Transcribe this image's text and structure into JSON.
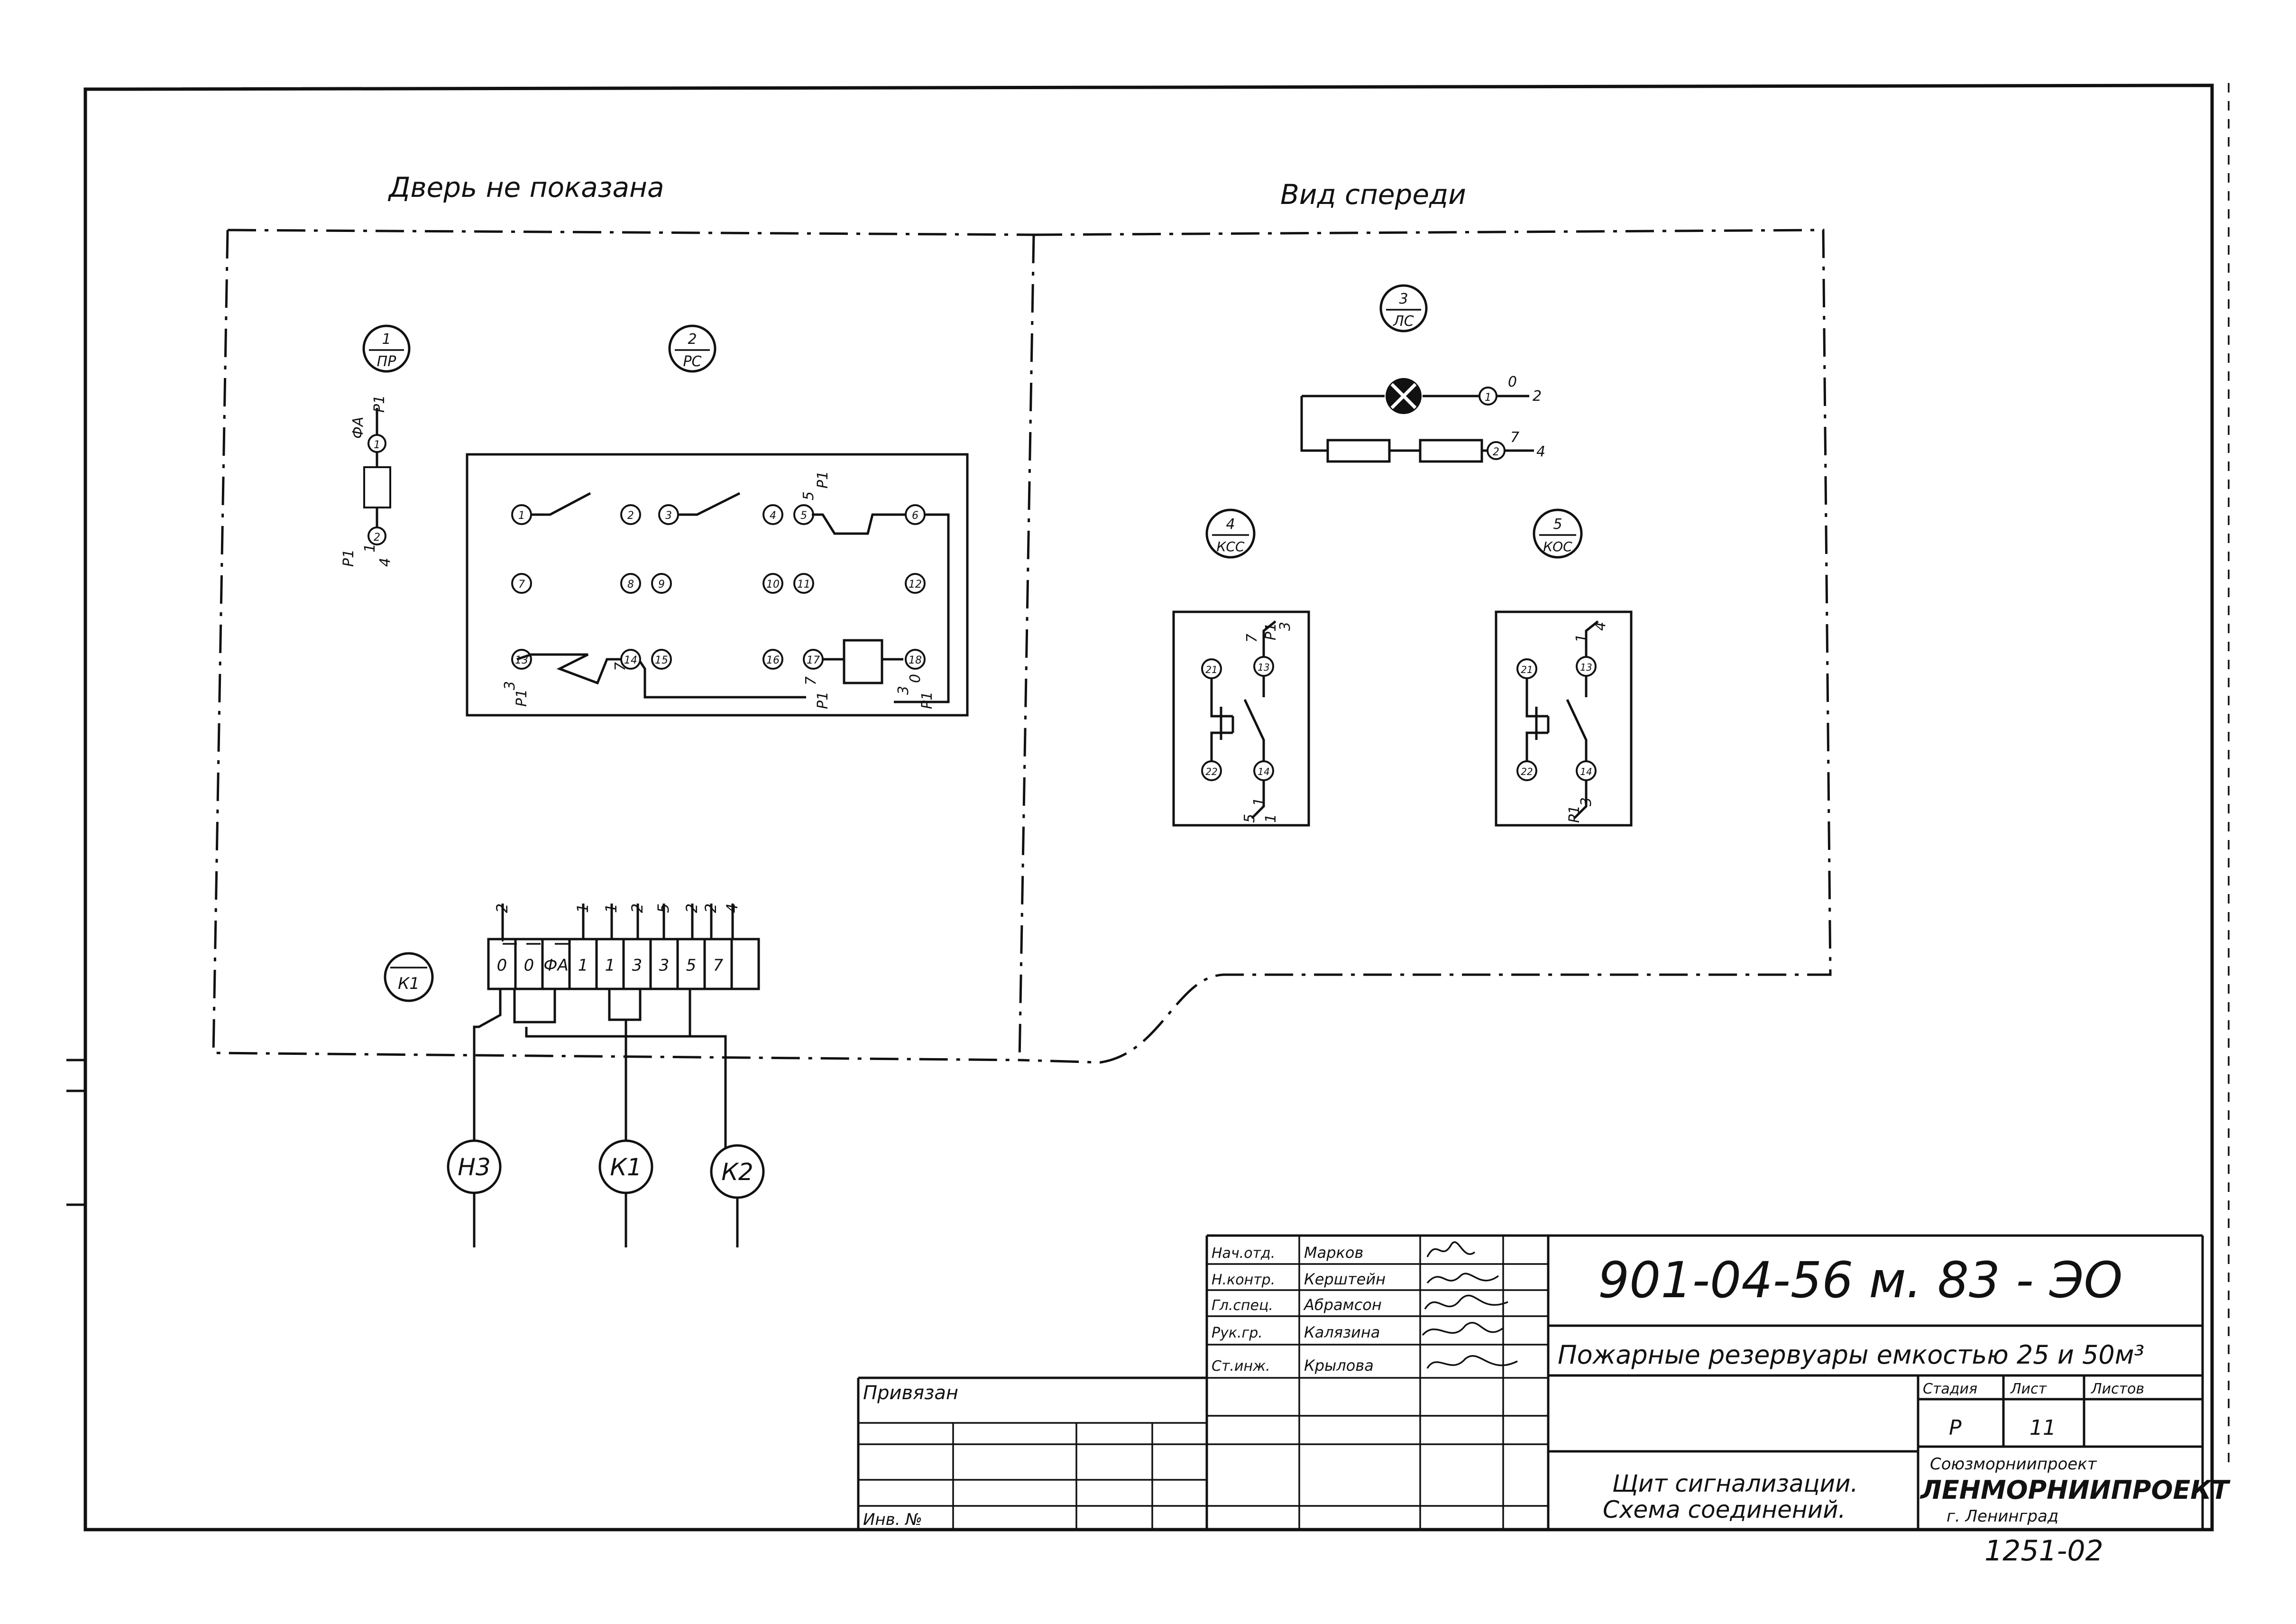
{
  "views": {
    "left_title": "Дверь не показана",
    "right_title": "Вид спереди"
  },
  "devices": {
    "pr": {
      "num": "1",
      "code": "ПР"
    },
    "rs": {
      "num": "2",
      "code": "РС"
    },
    "ls": {
      "num": "3",
      "code": "ЛС"
    },
    "kss": {
      "num": "4",
      "code": "КСС"
    },
    "kos": {
      "num": "5",
      "code": "КОС"
    },
    "k1_block": {
      "code": "К1"
    }
  },
  "pr_labels": {
    "top_a": "ФА",
    "top_b": "Р1",
    "top_term": "1",
    "bot_term": "2",
    "bot_a": "1",
    "bot_b": "4",
    "bot_c": "Р1"
  },
  "rs_terminals": [
    "1",
    "2",
    "3",
    "4",
    "5",
    "6",
    "7",
    "8",
    "9",
    "10",
    "11",
    "12",
    "13",
    "14",
    "15",
    "16",
    "17",
    "18"
  ],
  "rs_wire_labels": {
    "t5": "5",
    "t5b": "Р1",
    "t13a": "3",
    "t13b": "Р1",
    "t14": "7",
    "t17a": "7",
    "t17b": "Р1",
    "t18a": "3",
    "t18b": "0",
    "t18c": "Р1"
  },
  "ls_labels": {
    "t1": "1",
    "t2": "2",
    "w1a": "0",
    "w1b": "2",
    "w2a": "7",
    "w2b": "4"
  },
  "kss_labels": {
    "t21": "21",
    "t22": "22",
    "t13": "13",
    "t14": "14",
    "top_a": "7",
    "top_b": "Р1",
    "top_c": "3",
    "bot_a": "5",
    "bot_b": "1",
    "bot_c": "1"
  },
  "kos_labels": {
    "t21": "21",
    "t22": "22",
    "t13": "13",
    "t14": "14",
    "top_a": "1",
    "top_b": "4",
    "bot_a": "Р1",
    "bot_b": "3"
  },
  "terminal_block": {
    "cells": [
      "0",
      "0",
      "ФА",
      "1",
      "1",
      "3",
      "3",
      "5",
      "7",
      ""
    ],
    "top_wires": [
      "2",
      "1",
      "1",
      "2",
      "5",
      "2",
      "2",
      "4"
    ]
  },
  "cables": [
    "Н3",
    "К1",
    "К2"
  ],
  "title_block": {
    "doc_code": "901-04-56 м. 83 - ЭО",
    "project": "Пожарные резервуары емкостью 25 и 50м³",
    "sheet_title_1": "Щит сигнализации.",
    "sheet_title_2": "Схема соединений.",
    "roles": [
      "Нач.отд.",
      "Н.контр.",
      "Гл.спец.",
      "Рук.гр.",
      "Ст.инж."
    ],
    "names": [
      "Марков",
      "Керштейн",
      "Абрамсон",
      "Калязина",
      "Крылова"
    ],
    "privyazan": "Привязан",
    "inv": "Инв. №",
    "stage_h": "Стадия",
    "sheet_h": "Лист",
    "sheets_h": "Листов",
    "stage": "Р",
    "sheet": "11",
    "org_1": "Союзморниипроект",
    "org_2": "ЛЕНМОРНИИПРОЕКТ",
    "org_3": "г. Ленинград",
    "archive_no": "1251-02"
  }
}
